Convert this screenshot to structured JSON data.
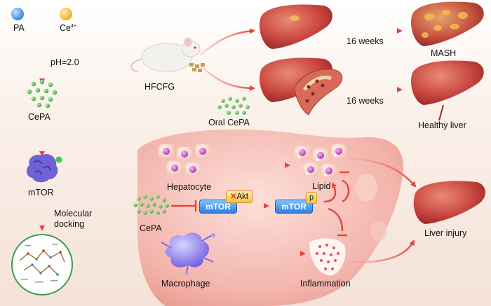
{
  "left_panel": {
    "pa_label": "PA",
    "ce_label": "Ce",
    "ce_charge": "4+",
    "ph_label": "pH=2.0",
    "cepa_label": "CePA",
    "mtor_label": "mTOR",
    "docking_line1": "Molecular",
    "docking_line2": "docking"
  },
  "top_panel": {
    "mouse_label": "HFCFG",
    "oral_label": "Oral CePA",
    "weeks_top": "16 weeks",
    "weeks_bottom": "16 weeks",
    "mash_label": "MASH",
    "healthy_label": "Healthy liver"
  },
  "mechanism": {
    "hepatocyte_label": "Hepatocyte",
    "lipid_label": "Lipid",
    "cepa_label": "CePA",
    "mtor1_label": "mTOR",
    "akt_label": "Akt",
    "mtor2_label": "mTOR",
    "p_label": "p",
    "macrophage_label": "Macrophage",
    "inflammation_label": "Inflammation",
    "injury_label": "Liver injury"
  },
  "colors": {
    "arrow": "#e85a4f",
    "cepa_dot": "#3cc24a",
    "liver": "#c8453f",
    "mtor_box": "#2d7fe0"
  }
}
